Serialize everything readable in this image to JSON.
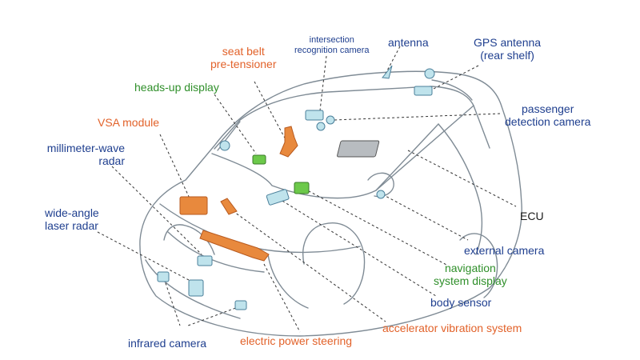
{
  "colors": {
    "outline": "#7f8b95",
    "leader": "#333333",
    "sensor_fill": "#bfe3ec",
    "sensor_stroke": "#4a7f9a",
    "orange_fill": "#e8893d",
    "green_fill": "#6cc94a",
    "ecu_fill": "#b8bcc0",
    "blue_text": "#1f3f8f",
    "orange_text": "#e2622a",
    "green_text": "#2f8f2a"
  },
  "labels": {
    "seat_belt": [
      "seat belt",
      "pre-tensioner"
    ],
    "intersection_camera": [
      "intersection",
      "recognition camera"
    ],
    "antenna": "antenna",
    "gps_antenna": [
      "GPS antenna",
      "(rear shelf)"
    ],
    "heads_up": "heads-up display",
    "passenger_camera": [
      "passenger",
      "detection camera"
    ],
    "vsa": "VSA module",
    "mm_radar": [
      "millimeter-wave",
      "radar"
    ],
    "ecu": "ECU",
    "laser_radar": [
      "wide-angle",
      "laser radar"
    ],
    "external_camera": "external camera",
    "navigation": [
      "navigation",
      "system display"
    ],
    "body_sensor": "body sensor",
    "accelerator": "accelerator vibration system",
    "infrared": "infrared camera",
    "steering": "electric power steering"
  }
}
